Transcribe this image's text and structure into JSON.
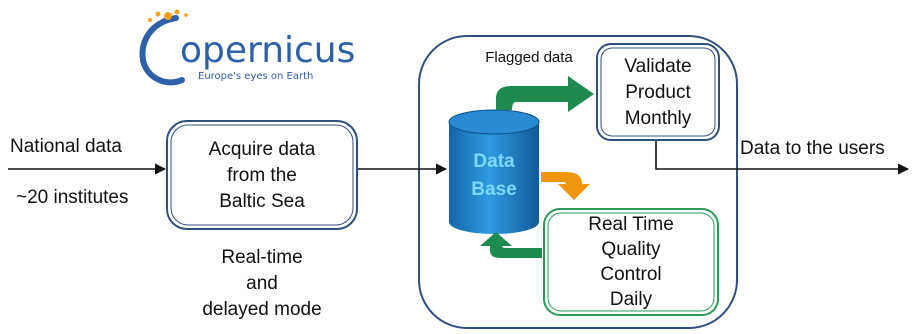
{
  "logo": {
    "wordmark": "opernicus",
    "tagline": "Europe's eyes on Earth"
  },
  "inputs": {
    "national_data": "National data",
    "institutes": "~20 institutes"
  },
  "boxes": {
    "acquire": "Acquire data\nfrom the\nBaltic Sea",
    "validate": "Validate\nProduct\nMonthly",
    "realtime_qc": "Real Time\nQuality\nControl\nDaily"
  },
  "mode_note": "Real-time\nand\ndelayed mode",
  "database": "Data\nBase",
  "flagged_data": "Flagged data",
  "output": "Data to the users",
  "colors": {
    "box_border": "#2f4f7f",
    "qc_border": "#2e9a5c",
    "database_fill": "#1f7ec4",
    "database_text": "#7fd6ff",
    "green_arrow": "#1f8a50",
    "orange_arrow": "#f0960e",
    "logo_blue": "#2e5fa8",
    "logo_orange": "#f5a21a"
  },
  "icons": [
    "copernicus-logo-icon",
    "database-cylinder-icon",
    "arrow-right-icon",
    "curved-arrow-icon"
  ]
}
